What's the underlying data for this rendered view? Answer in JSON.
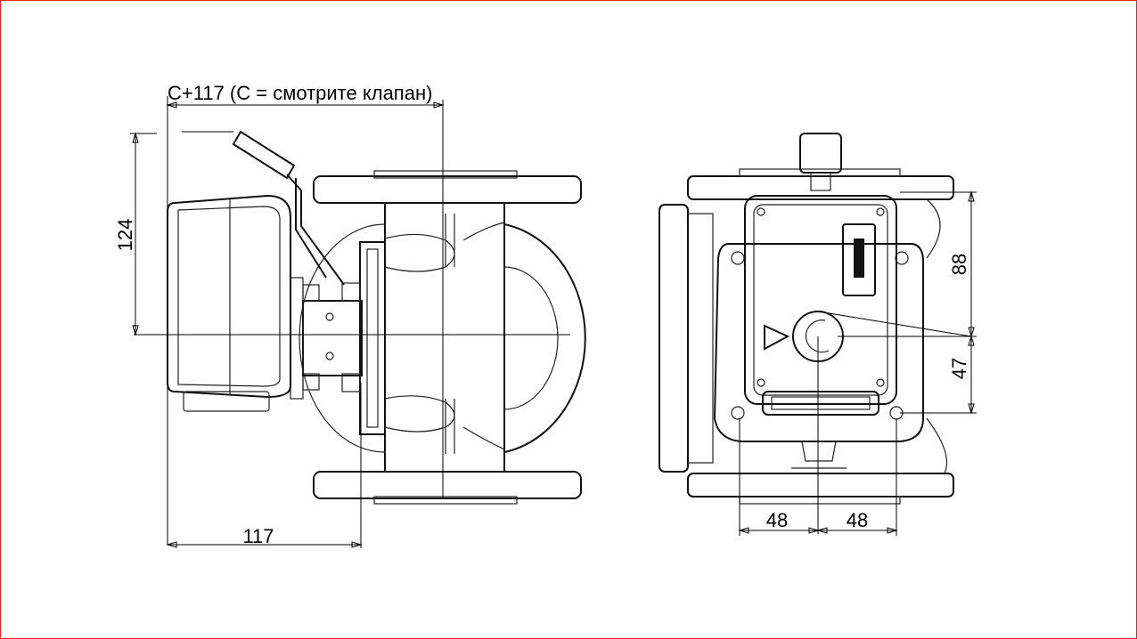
{
  "dimensions": {
    "top_total": "C+117 (C = смотрите клапан)",
    "left_height": "124",
    "bottom_width": "117",
    "right_upper_height": "88",
    "right_lower_height": "47",
    "bottom_left_half": "48",
    "bottom_right_half": "48"
  },
  "colors": {
    "frame": "#d62828",
    "lines": "#000000",
    "background": "#ffffff"
  }
}
